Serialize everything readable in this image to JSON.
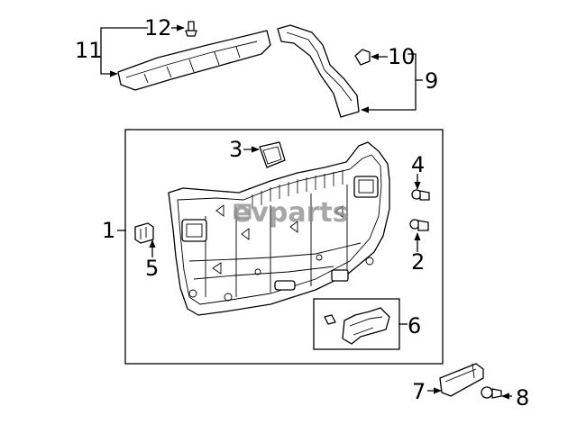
{
  "callouts": {
    "c1": "1",
    "c2": "2",
    "c3": "3",
    "c4": "4",
    "c5": "5",
    "c6": "6",
    "c7": "7",
    "c8": "8",
    "c9": "9",
    "c10": "10",
    "c11": "11",
    "c12": "12"
  },
  "watermark": "evparts",
  "colors": {
    "line": "#000000",
    "background": "#ffffff",
    "watermark": "#8a8a8a"
  }
}
